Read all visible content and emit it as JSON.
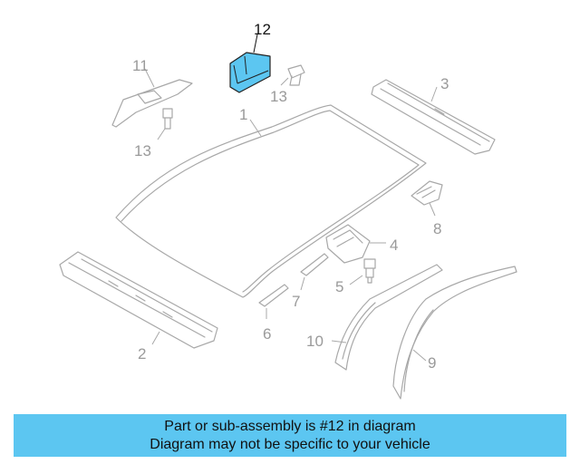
{
  "callouts": {
    "c1": "1",
    "c2": "2",
    "c3": "3",
    "c4": "4",
    "c5": "5",
    "c6": "6",
    "c7": "7",
    "c8": "8",
    "c9": "9",
    "c10": "10",
    "c11": "11",
    "c12": "12",
    "c13a": "13",
    "c13b": "13"
  },
  "highlight_part": "12",
  "colors": {
    "highlight": "#5cc6f1",
    "line": "#a8a8a8",
    "banner": "#5cc6f1"
  },
  "caption": {
    "line1": "Part or sub-assembly is #12 in diagram",
    "line2": "Diagram may not be specific to your vehicle"
  }
}
